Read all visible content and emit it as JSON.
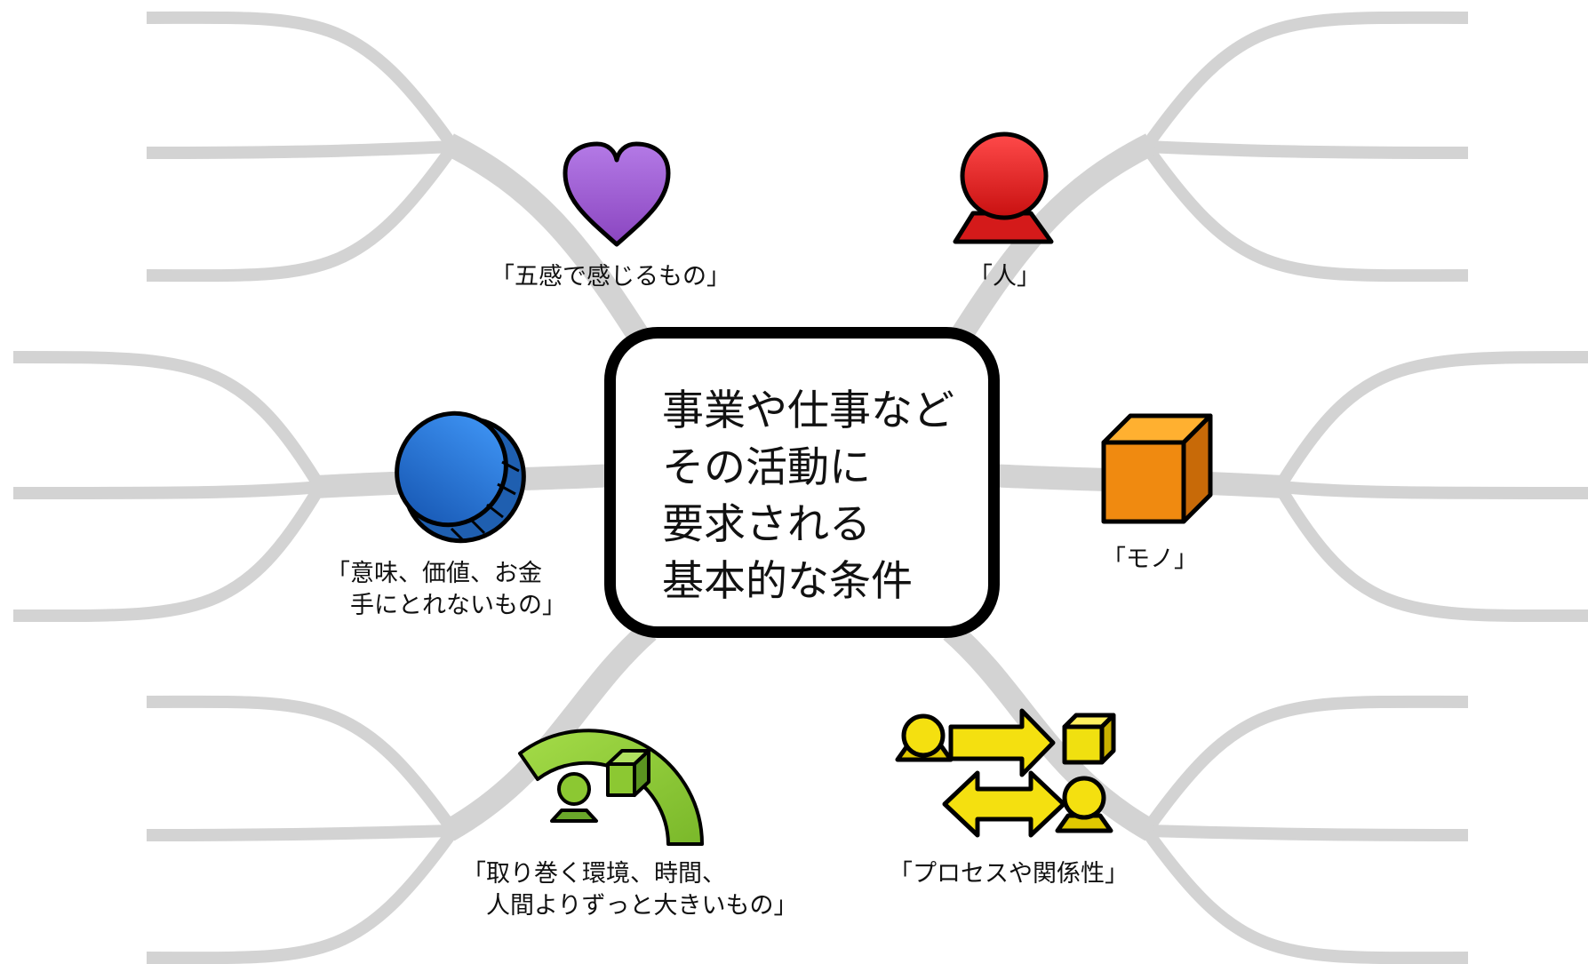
{
  "center": {
    "lines": [
      "事業や仕事など",
      "その活動に",
      "要求される",
      "基本的な条件"
    ]
  },
  "nodes": {
    "senses": {
      "label": "「五感で感じるもの」",
      "icon": "heart-icon",
      "color": "#9b59d0"
    },
    "person": {
      "label": "「人」",
      "icon": "person-icon",
      "color": "#e82020"
    },
    "meaning": {
      "lines": [
        "「意味、価値、お金",
        "　手にとれないもの」"
      ],
      "icon": "coin-icon",
      "color": "#2b78d8"
    },
    "thing": {
      "label": "「モノ」",
      "icon": "cube-icon",
      "color": "#f08a10"
    },
    "environment": {
      "lines": [
        "「取り巻く環境、時間、",
        "　人間よりずっと大きいもの」"
      ],
      "icon": "environment-arc-icon",
      "color": "#8cc832"
    },
    "process": {
      "label": "「プロセスや関係性」",
      "icon": "process-arrows-icon",
      "color": "#f0e010"
    }
  },
  "colors": {
    "branch": "#d3d3d3",
    "outline": "#000000"
  }
}
